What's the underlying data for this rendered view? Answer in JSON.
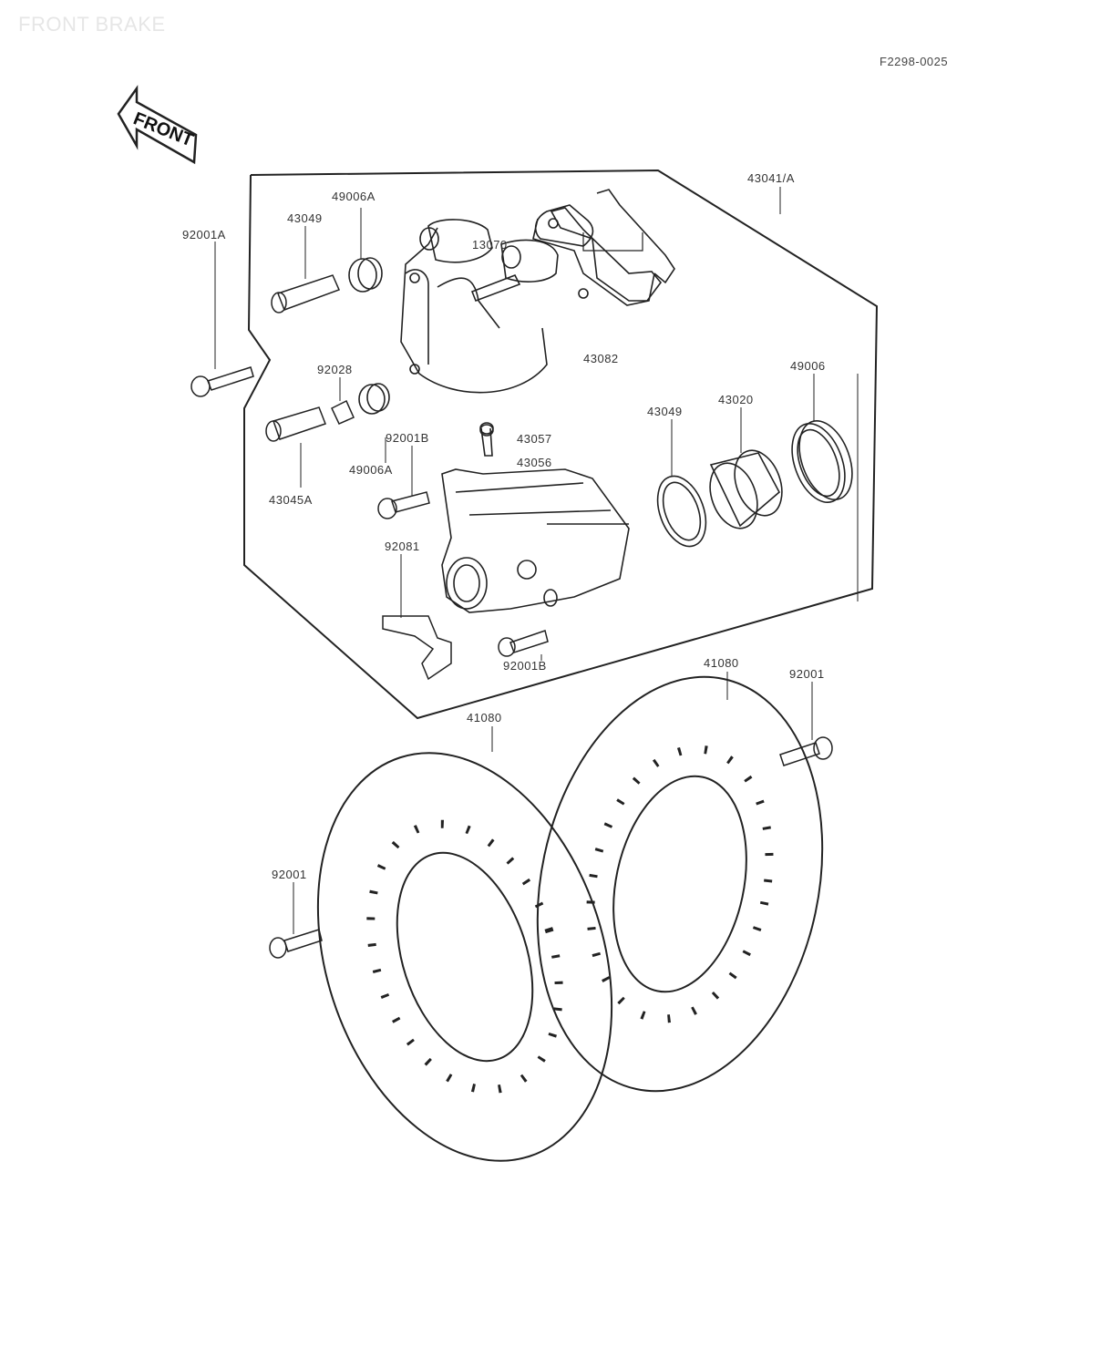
{
  "page": {
    "title": "FRONT BRAKE",
    "ref_code": "F2298-0025"
  },
  "front_arrow": "FRONT",
  "callouts": [
    {
      "id": "c1",
      "text": "49006A"
    },
    {
      "id": "c2",
      "text": "43049"
    },
    {
      "id": "c3",
      "text": "43041/A"
    },
    {
      "id": "c4",
      "text": "92001A"
    },
    {
      "id": "c5",
      "text": "13070"
    },
    {
      "id": "c6",
      "text": "92028"
    },
    {
      "id": "c7",
      "text": "43082"
    },
    {
      "id": "c8",
      "text": "49006"
    },
    {
      "id": "c9",
      "text": "43049"
    },
    {
      "id": "c10",
      "text": "43020"
    },
    {
      "id": "c11",
      "text": "92001B"
    },
    {
      "id": "c12",
      "text": "43057"
    },
    {
      "id": "c13",
      "text": "43056"
    },
    {
      "id": "c14",
      "text": "49006A"
    },
    {
      "id": "c15",
      "text": "43045A"
    },
    {
      "id": "c16",
      "text": "92081"
    },
    {
      "id": "c17",
      "text": "92001B"
    },
    {
      "id": "c18",
      "text": "41080"
    },
    {
      "id": "c19",
      "text": "92001"
    },
    {
      "id": "c20",
      "text": "41080"
    },
    {
      "id": "c21",
      "text": "92001"
    }
  ]
}
